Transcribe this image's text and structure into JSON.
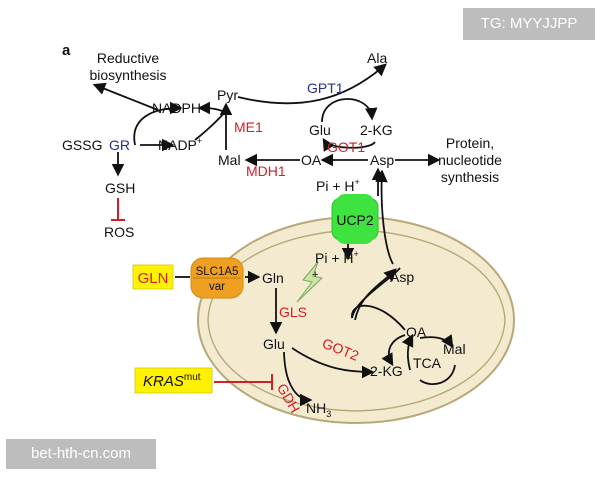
{
  "panel_label": "a",
  "watermarks": {
    "top": "TG: MYYJJPP",
    "bottom": "bet-hth-cn.com"
  },
  "colors": {
    "black": "#111111",
    "red": "#d11f26",
    "blue": "#27318a",
    "mito_fill": "#f3ead0",
    "mito_stroke": "#b8a878",
    "ucp2": "#3fe33f",
    "slc1a5": "#f0a020",
    "highlight": "#fff200",
    "bolt": "#c9e6a5"
  },
  "labels": {
    "reductive": [
      "Reductive",
      "biosynthesis"
    ],
    "nadph": "NADPH",
    "pyr": "Pyr",
    "ala": "Ala",
    "gpt1": "GPT1",
    "gssg": "GSSG",
    "gr": "GR",
    "nadp": "NADP",
    "nadp_sup": "+",
    "me1": "ME1",
    "glu_cyto": "Glu",
    "kg_cyto": "2-KG",
    "got1": "GOT1",
    "protein": [
      "Protein,",
      "nucleotide",
      "synthesis"
    ],
    "gsh": "GSH",
    "mal_cyto": "Mal",
    "mdh1": "MDH1",
    "oa_cyto": "OA",
    "asp_cyto": "Asp",
    "pih_top": "Pi + H",
    "pih_top_sup": "+",
    "ros": "ROS",
    "ucp2": "UCP2",
    "pih_mito": "Pi + H",
    "pih_mito_sup": "+",
    "gln_ext": "GLN",
    "slc1a5": [
      "SLC1A5",
      "var"
    ],
    "gln_mito": "Gln",
    "asp_mito": "Asp",
    "bolt_sign": "+",
    "gls": "GLS",
    "oa_mito": "OA",
    "glu_mito": "Glu",
    "got2": "GOT2",
    "tca": "TCA",
    "mal_mito": "Mal",
    "kg_mito": "2-KG",
    "kras": "KRAS",
    "kras_sup": "mut",
    "gdh": "GDH",
    "nh3": "NH",
    "nh3_sub": "3"
  }
}
